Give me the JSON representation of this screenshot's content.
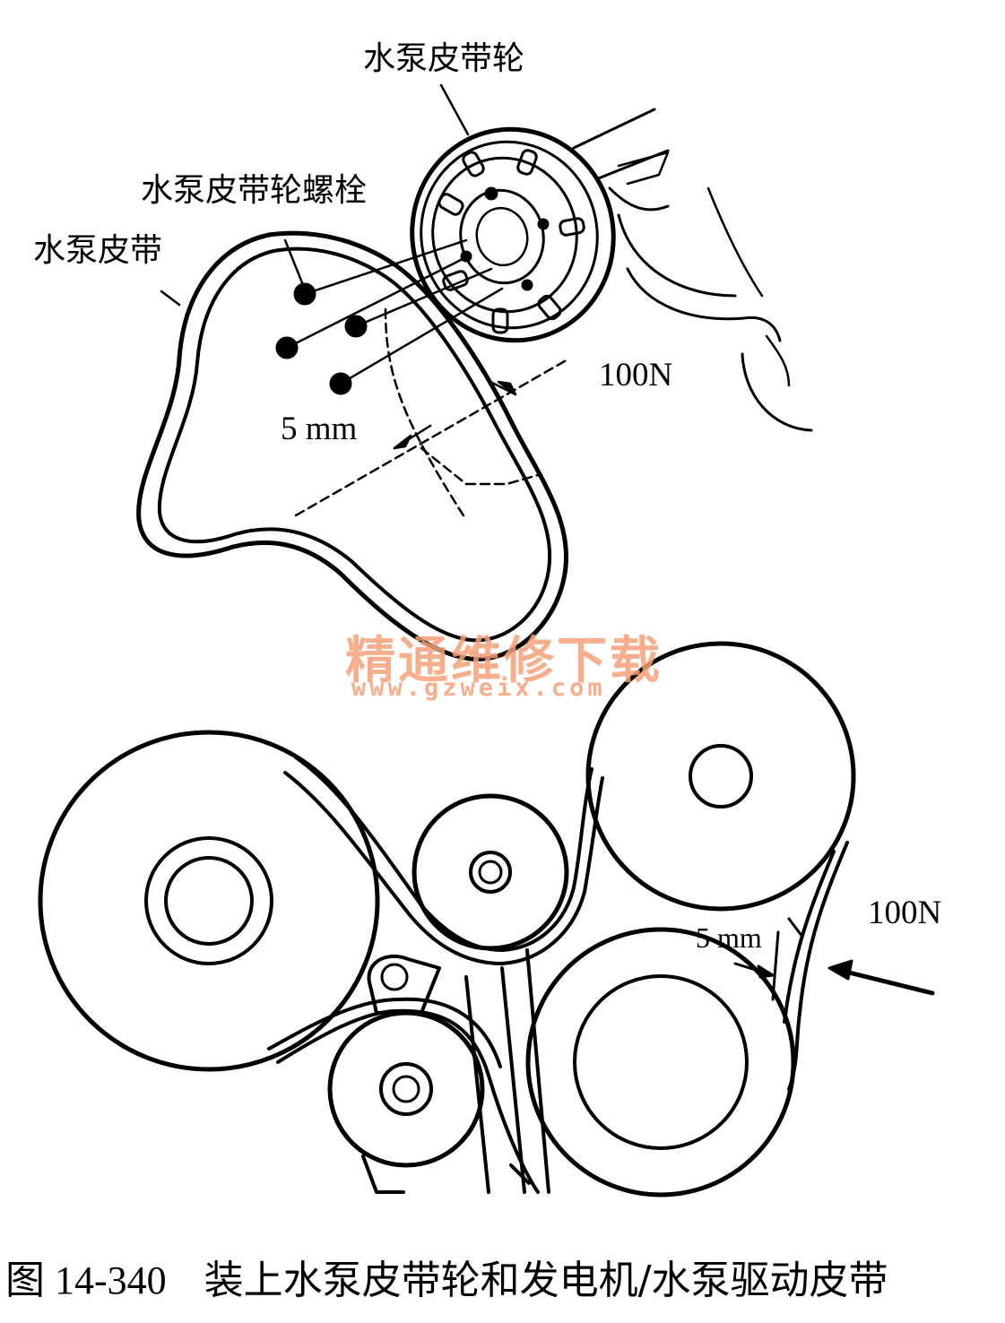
{
  "labels": {
    "pulley": "水泵皮带轮",
    "pulley_bolt": "水泵皮带轮螺栓",
    "belt": "水泵皮带",
    "force_top": "100N",
    "deflection_top": "5 mm",
    "force_bottom": "100N",
    "deflection_bottom": "5 mm"
  },
  "watermark": {
    "title": "精通维修下载",
    "url": "www.gzweix.com"
  },
  "caption": {
    "figure_number": "图 14-340",
    "text": "装上水泵皮带轮和发电机/水泵驱动皮带"
  }
}
